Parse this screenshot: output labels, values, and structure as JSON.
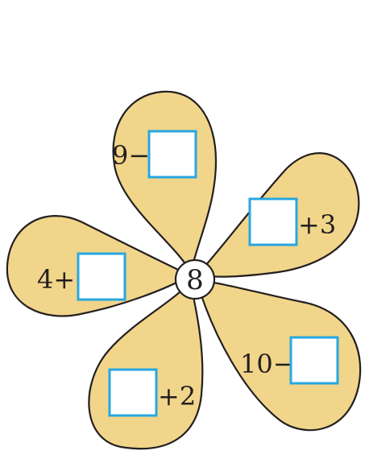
{
  "flower": {
    "center_number": "8",
    "petals": [
      {
        "prefix": "9−",
        "suffix": ""
      },
      {
        "prefix": "",
        "suffix": "+3"
      },
      {
        "prefix": "4+",
        "suffix": ""
      },
      {
        "prefix": "10−",
        "suffix": ""
      },
      {
        "prefix": "",
        "suffix": "+2"
      }
    ]
  },
  "colors": {
    "petal_fill": "#f1d58a",
    "outline": "#231f20",
    "answer_box_border": "#27a7e0"
  }
}
